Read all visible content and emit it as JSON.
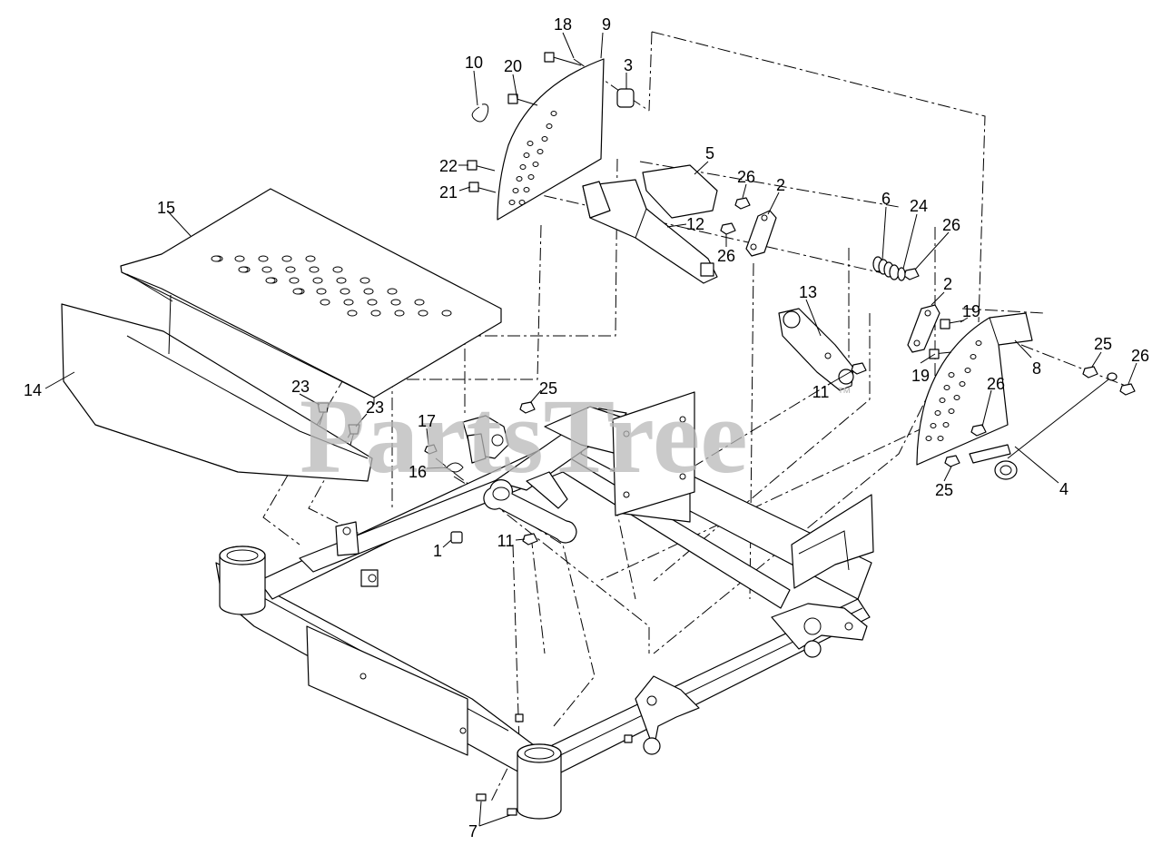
{
  "watermark": {
    "text": "PartsTree",
    "trademark": "™"
  },
  "callouts": [
    {
      "id": "c1",
      "text": "1"
    },
    {
      "id": "c2a",
      "text": "2"
    },
    {
      "id": "c2b",
      "text": "2"
    },
    {
      "id": "c3",
      "text": "3"
    },
    {
      "id": "c4",
      "text": "4"
    },
    {
      "id": "c5",
      "text": "5"
    },
    {
      "id": "c6",
      "text": "6"
    },
    {
      "id": "c7",
      "text": "7"
    },
    {
      "id": "c8",
      "text": "8"
    },
    {
      "id": "c9",
      "text": "9"
    },
    {
      "id": "c10",
      "text": "10"
    },
    {
      "id": "c11a",
      "text": "11"
    },
    {
      "id": "c11b",
      "text": "11"
    },
    {
      "id": "c12",
      "text": "12"
    },
    {
      "id": "c13",
      "text": "13"
    },
    {
      "id": "c14",
      "text": "14"
    },
    {
      "id": "c15",
      "text": "15"
    },
    {
      "id": "c16",
      "text": "16"
    },
    {
      "id": "c17",
      "text": "17"
    },
    {
      "id": "c18",
      "text": "18"
    },
    {
      "id": "c19a",
      "text": "19"
    },
    {
      "id": "c19b",
      "text": "19"
    },
    {
      "id": "c20",
      "text": "20"
    },
    {
      "id": "c21",
      "text": "21"
    },
    {
      "id": "c22",
      "text": "22"
    },
    {
      "id": "c23a",
      "text": "23"
    },
    {
      "id": "c23b",
      "text": "23"
    },
    {
      "id": "c24",
      "text": "24"
    },
    {
      "id": "c25a",
      "text": "25"
    },
    {
      "id": "c25b",
      "text": "25"
    },
    {
      "id": "c25c",
      "text": "25"
    },
    {
      "id": "c26a",
      "text": "26"
    },
    {
      "id": "c26b",
      "text": "26"
    },
    {
      "id": "c26c",
      "text": "26"
    },
    {
      "id": "c26d",
      "text": "26"
    },
    {
      "id": "c26e",
      "text": "26"
    }
  ]
}
